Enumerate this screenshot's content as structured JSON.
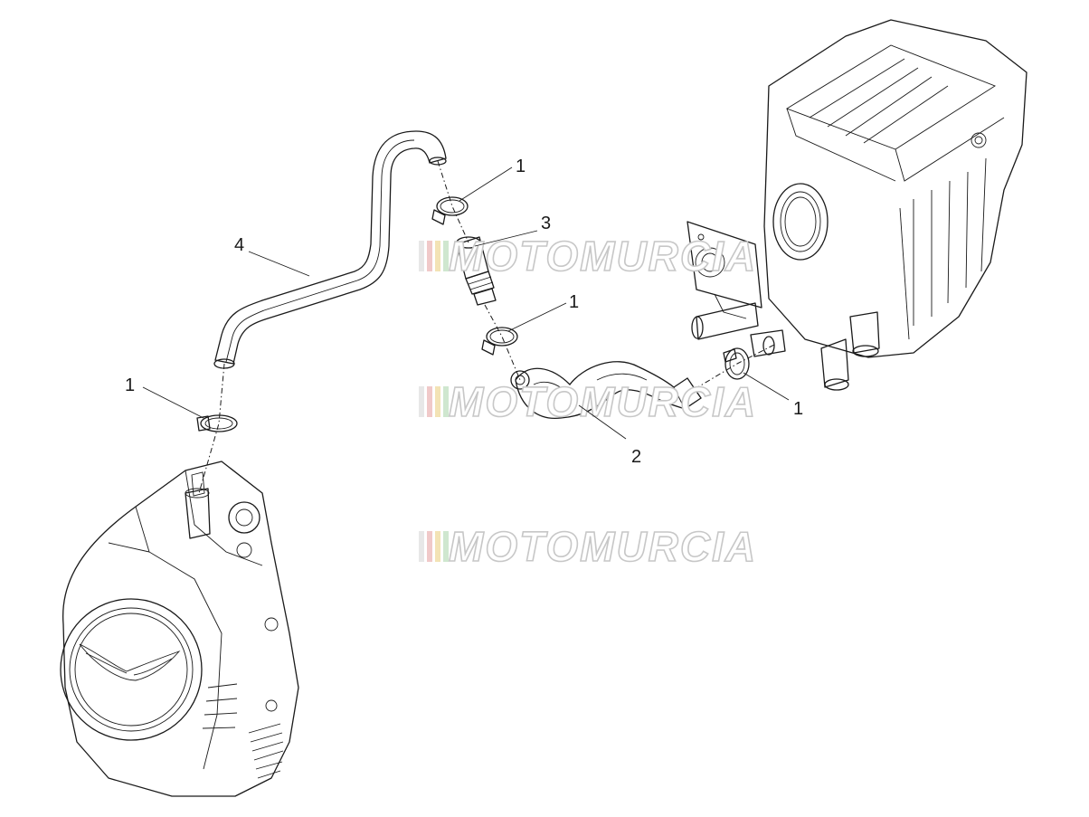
{
  "callouts": [
    {
      "id": "c1a",
      "label": "1"
    },
    {
      "id": "c3",
      "label": "3"
    },
    {
      "id": "c4",
      "label": "4"
    },
    {
      "id": "c1b",
      "label": "1"
    },
    {
      "id": "c1c",
      "label": "1"
    },
    {
      "id": "c1d",
      "label": "1"
    },
    {
      "id": "c2",
      "label": "2"
    }
  ],
  "watermark": {
    "text": "MOTOMURCIA",
    "stripe_colors": [
      "#e7e7e7",
      "#f0c9c9",
      "#f3e3b5",
      "#cfe7cf"
    ]
  }
}
